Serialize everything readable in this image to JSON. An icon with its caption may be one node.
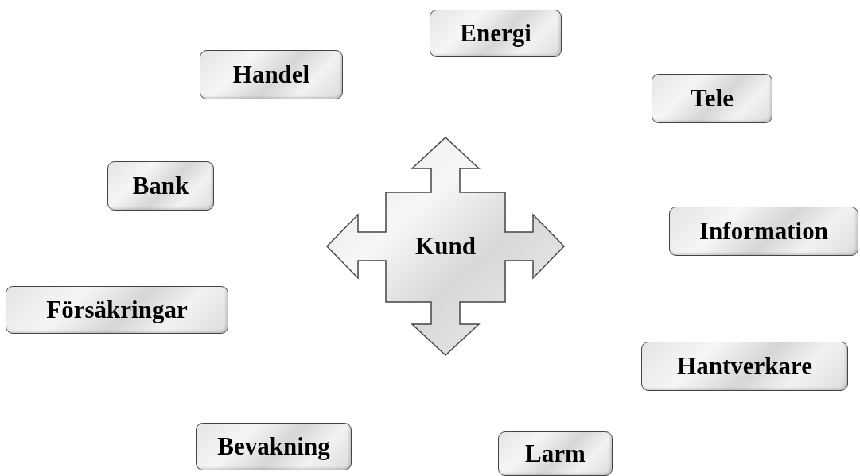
{
  "diagram": {
    "nodes": [
      {
        "text": [
          "Energi"
        ]
      },
      {
        "text": [
          "Handel"
        ]
      },
      {
        "text": [
          "Tele"
        ]
      },
      {
        "text": [
          "Bank"
        ]
      },
      {
        "text": [
          "Kund"
        ]
      },
      {
        "text": [
          "Information"
        ]
      },
      {
        "text": [
          "Försäkringar"
        ]
      },
      {
        "text": [
          "Hantverkare"
        ]
      },
      {
        "text": [
          "Bevakning"
        ]
      },
      {
        "text": [
          "Larm"
        ]
      }
    ]
  }
}
